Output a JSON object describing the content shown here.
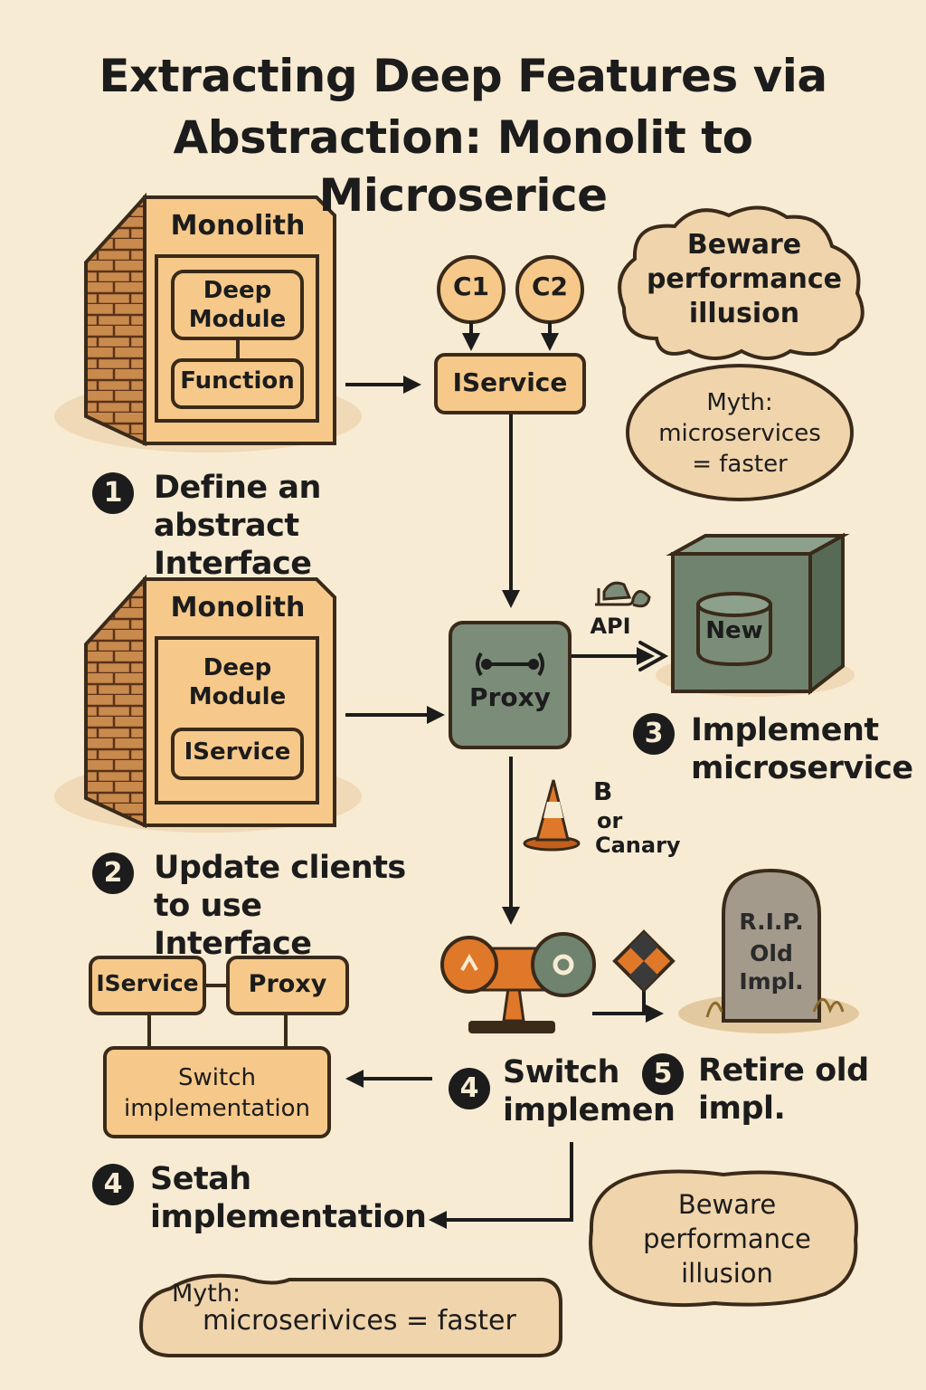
{
  "title": {
    "line1": "Extracting Deep Features via",
    "line2": "Abstraction: Monolit to Microserice"
  },
  "stage1": {
    "monolith_label": "Monolith",
    "deep_module_label": "Deep Module",
    "function_label": "Function",
    "client1": "C1",
    "client2": "C2",
    "iservice_label": "IService"
  },
  "stage2": {
    "monolith_label": "Monolith",
    "deep_module_label": "Deep Module",
    "iservice_label": "IService",
    "proxy_label": "Proxy"
  },
  "microservice": {
    "api_label": "API",
    "new_label": "New"
  },
  "rollout": {
    "b_label": "B",
    "or_label": "or",
    "canary_label": "Canary"
  },
  "tombstone": {
    "line1": "R.I.P.",
    "line2": "Old",
    "line3": "Impl."
  },
  "switch_box": {
    "iservice_label": "IService",
    "proxy_label": "Proxy",
    "switch_label": "Switch implementation"
  },
  "steps": [
    {
      "num": "1",
      "text": "Define an abstract Interface"
    },
    {
      "num": "2",
      "text": "Update clients to use Interface"
    },
    {
      "num": "3",
      "text": "Implement microservice"
    },
    {
      "num": "4",
      "text": "Switch implemen"
    },
    {
      "num": "5",
      "text": "Retire old impl."
    },
    {
      "num": "4",
      "text": "Setah implementation"
    }
  ],
  "notes": {
    "cloud_top": "Beware performance illusion",
    "oval_top": "Myth: microservices = faster",
    "cloud_bottom": "Beware performance illusion",
    "myth_bottom_line1": "Myth:",
    "myth_bottom_line2": "microserivices = faster"
  },
  "colors": {
    "background": "#f8ebd3",
    "box_fill": "#f6c98a",
    "box_stroke": "#3a2a1a",
    "brick": "#c98a4e",
    "proxy_fill": "#7b8c78",
    "microservice_fill": "#6f836f",
    "note_fill": "#f0d4ab",
    "cone": "#e0782a",
    "tombstone": "#a39a8c"
  }
}
